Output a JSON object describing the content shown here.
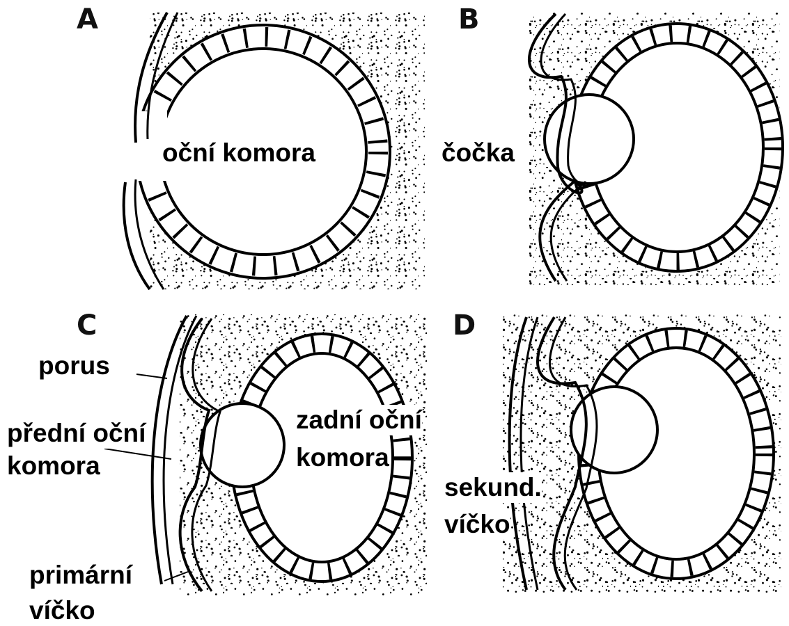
{
  "panels": {
    "a": {
      "letter": "A",
      "label": "oční komora"
    },
    "b": {
      "letter": "B",
      "label": "čočka"
    },
    "c": {
      "letter": "C",
      "label_porus": "porus",
      "label_anterior_1": "přední oční",
      "label_anterior_2": "komora",
      "label_posterior_1": "zadní oční",
      "label_posterior_2": "komora",
      "label_primary_1": "primární",
      "label_primary_2": "víčko"
    },
    "d": {
      "letter": "D",
      "label_1": "sekund.",
      "label_2": "víčko"
    }
  }
}
